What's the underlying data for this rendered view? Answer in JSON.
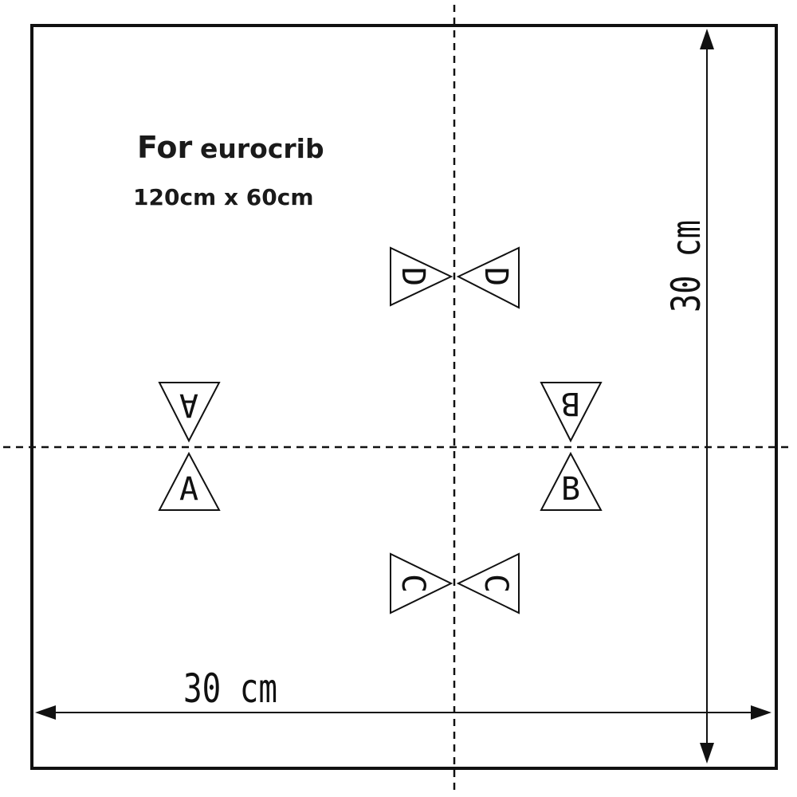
{
  "title": {
    "prefix": "For",
    "product": "eurocrib",
    "size": "120cm x 60cm"
  },
  "dimensions": {
    "width_label": "30 cm",
    "height_label": "30 cm"
  },
  "markers": {
    "a": "A",
    "b": "B",
    "c": "C",
    "d": "D"
  },
  "colors": {
    "line": "#111111",
    "background": "#ffffff"
  }
}
